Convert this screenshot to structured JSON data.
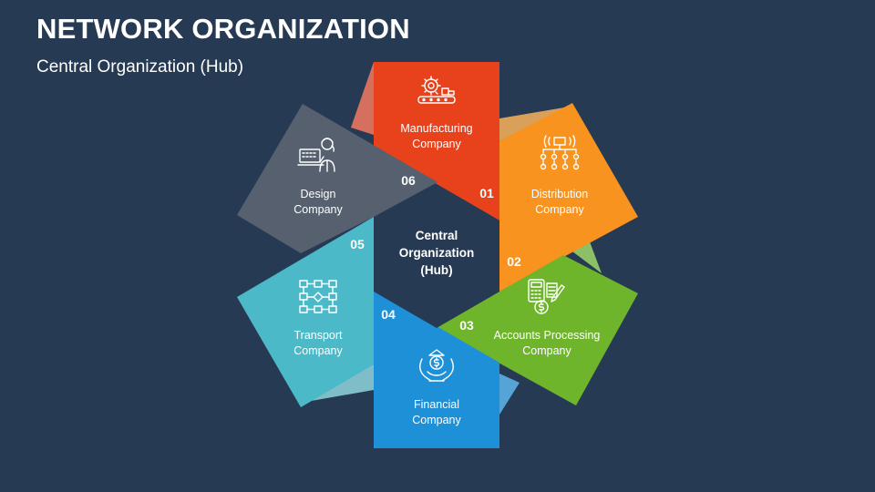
{
  "title": "NETWORK ORGANIZATION",
  "subtitle": "Central Organization (Hub)",
  "hub": {
    "lines": [
      "Central",
      "Organization",
      "(Hub)"
    ]
  },
  "segments": [
    {
      "number": "01",
      "lines": [
        "Manufacturing",
        "Company"
      ],
      "color": "#e8421c",
      "icon": "gear-conveyor-icon"
    },
    {
      "number": "02",
      "lines": [
        "Distribution",
        "Company"
      ],
      "color": "#f7931e",
      "icon": "distribution-network-icon"
    },
    {
      "number": "03",
      "lines": [
        "Accounts Processing",
        "Company"
      ],
      "color": "#6fb52c",
      "icon": "accounting-calculator-icon"
    },
    {
      "number": "04",
      "lines": [
        "Financial",
        "Company"
      ],
      "color": "#1e90d8",
      "icon": "dollar-hands-icon"
    },
    {
      "number": "05",
      "lines": [
        "Transport",
        "Company"
      ],
      "color": "#4bb9c7",
      "icon": "transport-flow-icon"
    },
    {
      "number": "06",
      "lines": [
        "Design",
        "Company"
      ],
      "color": "#56606f",
      "icon": "designer-icon"
    }
  ]
}
